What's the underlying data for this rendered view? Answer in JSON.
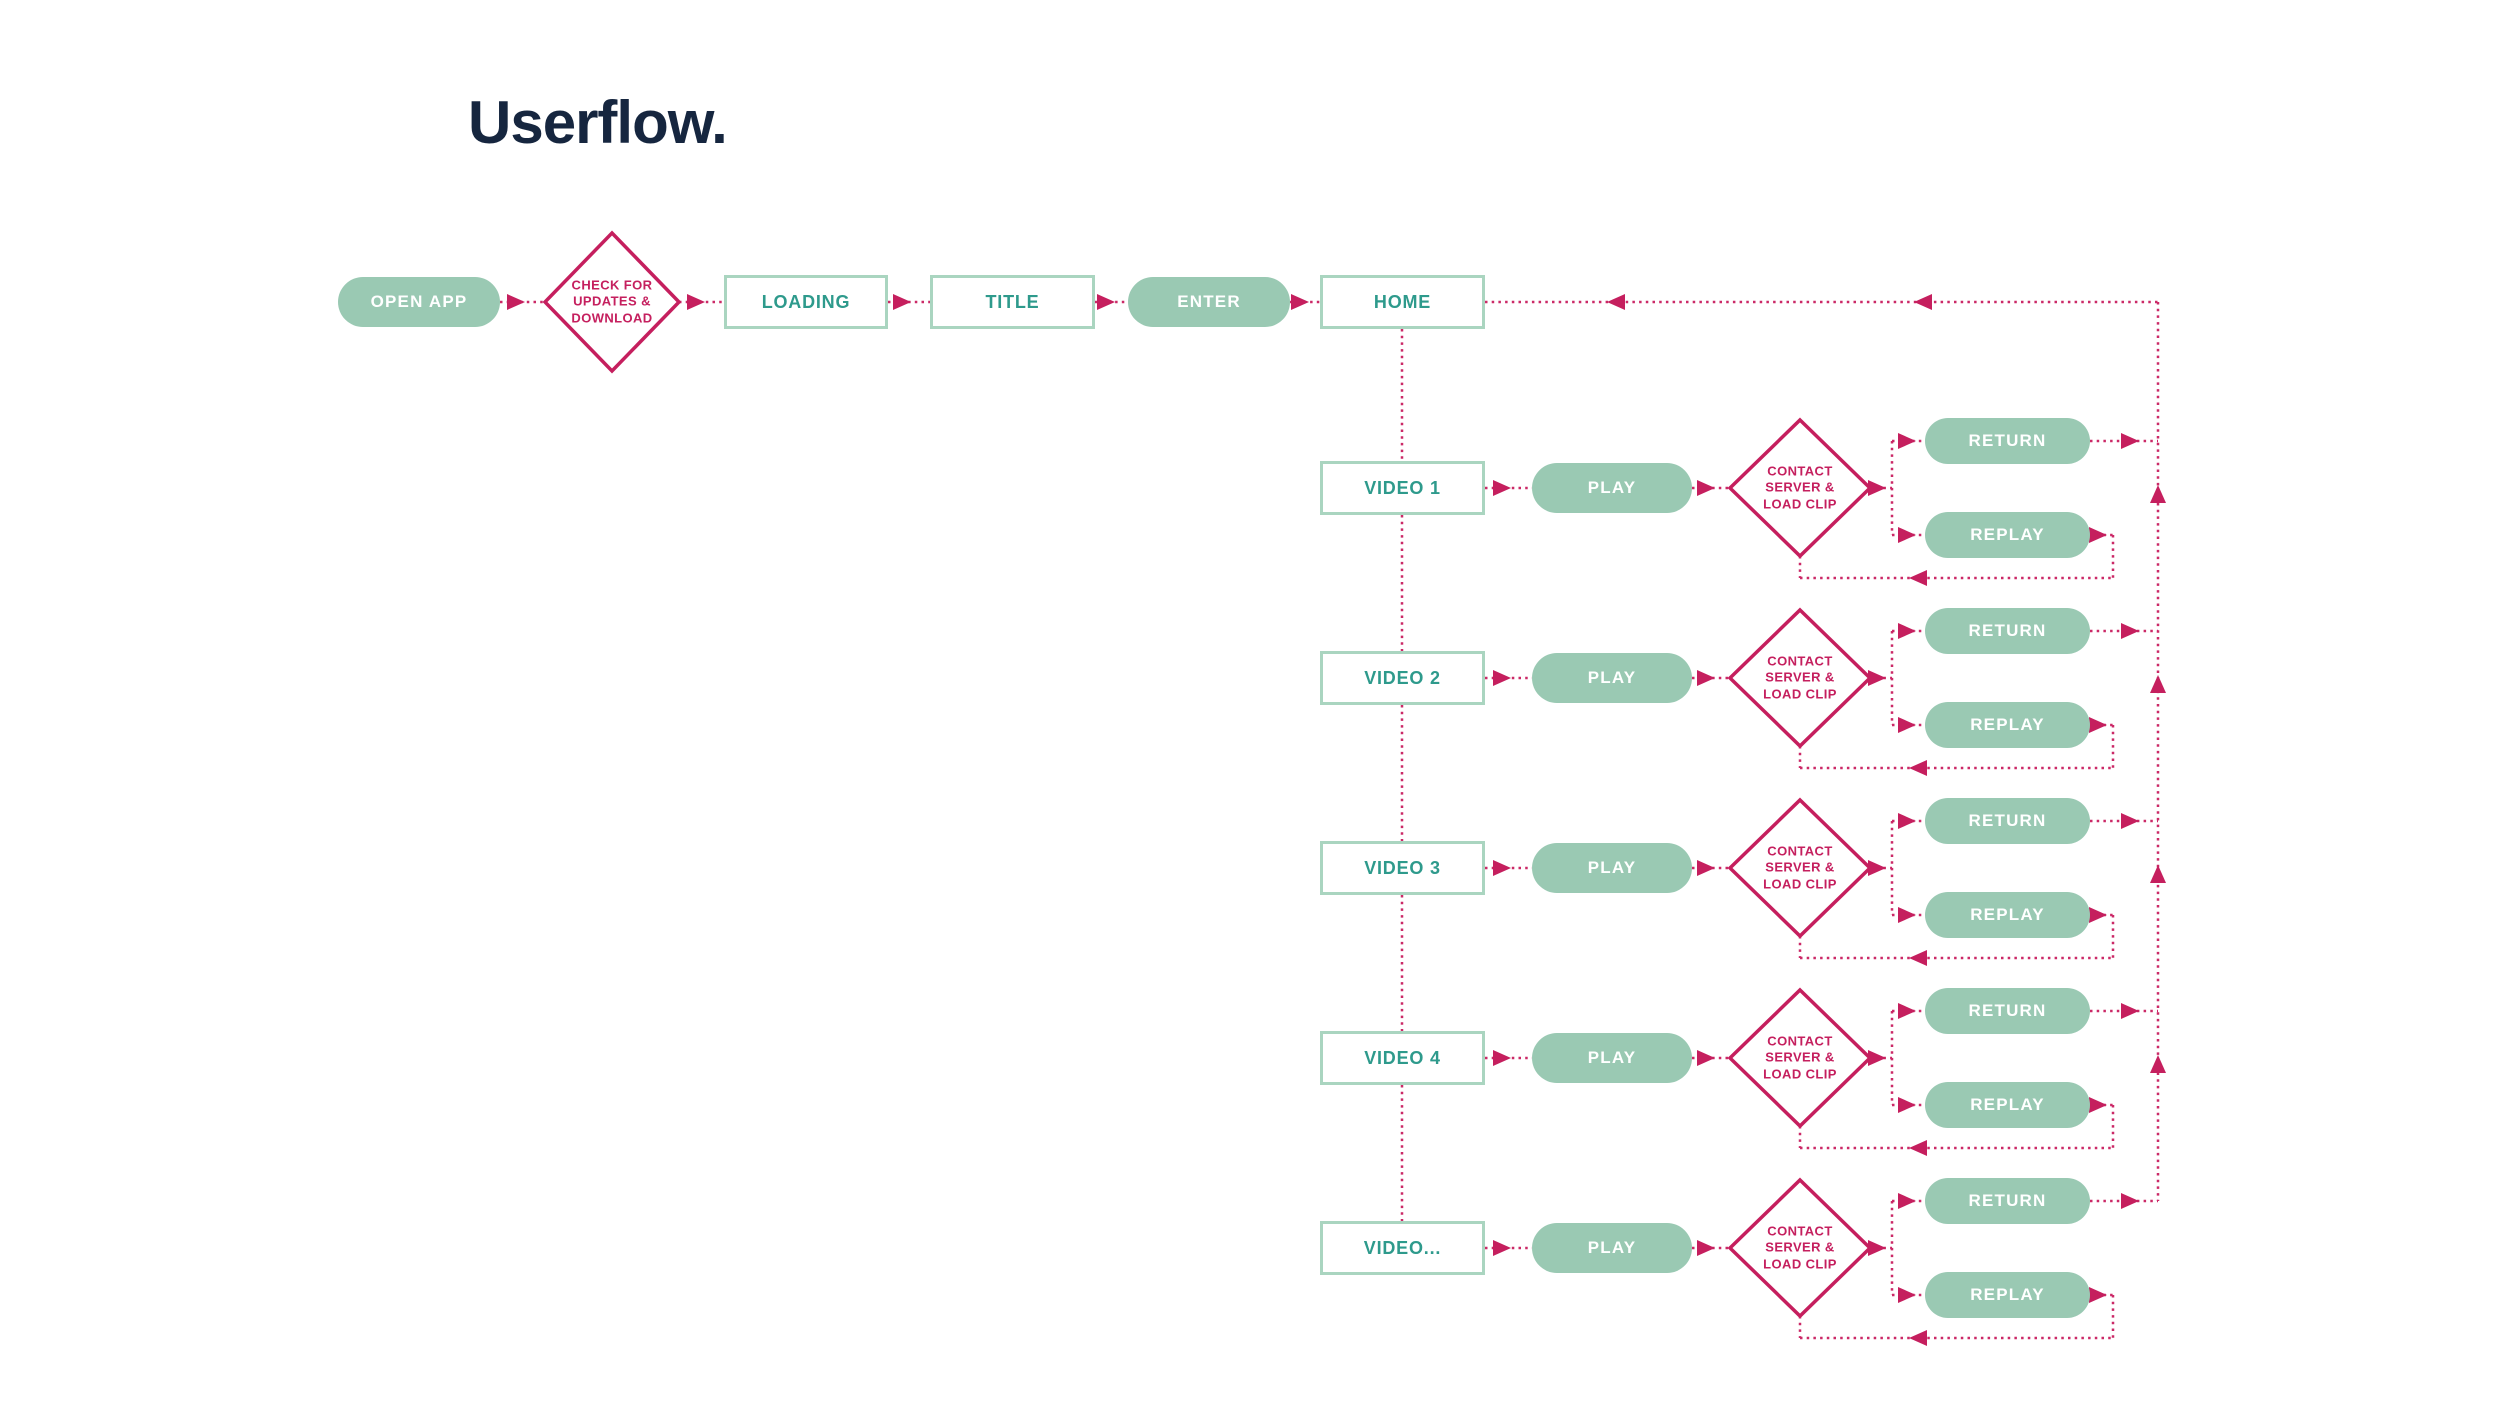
{
  "title": "Userflow.",
  "colors": {
    "pill_green": "#9ac9b3",
    "box_border_green": "#aad5c0",
    "teal_text": "#2e9a8c",
    "magenta": "#c51f5e",
    "navy_title": "#16263f",
    "background": "#ffffff"
  },
  "main_flow": {
    "open_app": "OPEN APP",
    "check_updates": "CHECK FOR\nUPDATES &\nDOWNLOAD",
    "loading": "LOADING",
    "title_screen": "TITLE",
    "enter": "ENTER",
    "home": "HOME"
  },
  "video_rows": [
    {
      "video": "VIDEO 1",
      "play": "PLAY",
      "decision": "CONTACT\nSERVER &\nLOAD CLIP",
      "return_label": "RETURN",
      "replay_label": "REPLAY"
    },
    {
      "video": "VIDEO 2",
      "play": "PLAY",
      "decision": "CONTACT\nSERVER &\nLOAD CLIP",
      "return_label": "RETURN",
      "replay_label": "REPLAY"
    },
    {
      "video": "VIDEO 3",
      "play": "PLAY",
      "decision": "CONTACT\nSERVER &\nLOAD CLIP",
      "return_label": "RETURN",
      "replay_label": "REPLAY"
    },
    {
      "video": "VIDEO 4",
      "play": "PLAY",
      "decision": "CONTACT\nSERVER &\nLOAD CLIP",
      "return_label": "RETURN",
      "replay_label": "REPLAY"
    },
    {
      "video": "VIDEO...",
      "play": "PLAY",
      "decision": "CONTACT\nSERVER &\nLOAD CLIP",
      "return_label": "RETURN",
      "replay_label": "REPLAY"
    }
  ]
}
